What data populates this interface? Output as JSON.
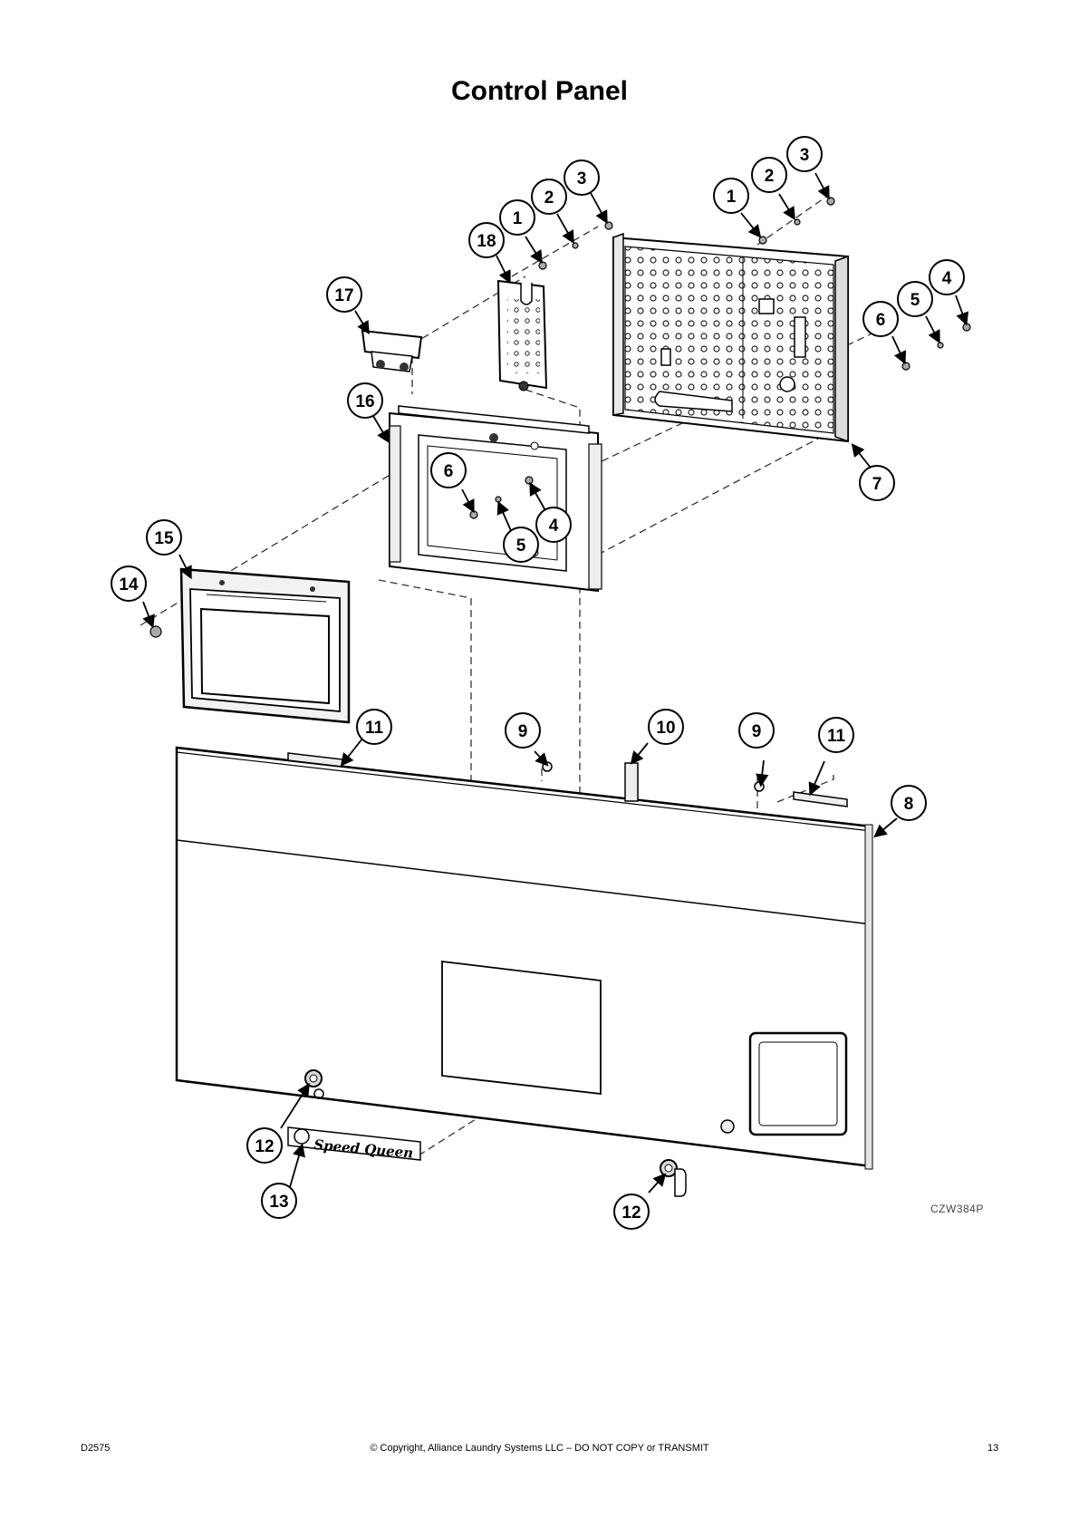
{
  "page": {
    "title": "Control Panel",
    "figure_code": "CZW384P",
    "footer": {
      "document_id": "D2575",
      "copyright": "© Copyright, Alliance Laundry Systems LLC – DO NOT COPY or TRANSMIT",
      "page_number": "13"
    }
  },
  "diagram": {
    "callouts": [
      {
        "id": "c-1a",
        "label": "1"
      },
      {
        "id": "c-2a",
        "label": "2"
      },
      {
        "id": "c-3a",
        "label": "3"
      },
      {
        "id": "c-18",
        "label": "18"
      },
      {
        "id": "c-17",
        "label": "17"
      },
      {
        "id": "c-16",
        "label": "16"
      },
      {
        "id": "c-1b",
        "label": "1"
      },
      {
        "id": "c-2b",
        "label": "2"
      },
      {
        "id": "c-3b",
        "label": "3"
      },
      {
        "id": "c-4a",
        "label": "4"
      },
      {
        "id": "c-5a",
        "label": "5"
      },
      {
        "id": "c-6a",
        "label": "6"
      },
      {
        "id": "c-7",
        "label": "7"
      },
      {
        "id": "c-6b",
        "label": "6"
      },
      {
        "id": "c-4b",
        "label": "4"
      },
      {
        "id": "c-5b",
        "label": "5"
      },
      {
        "id": "c-15",
        "label": "15"
      },
      {
        "id": "c-14",
        "label": "14"
      },
      {
        "id": "c-11a",
        "label": "11"
      },
      {
        "id": "c-9a",
        "label": "9"
      },
      {
        "id": "c-10",
        "label": "10"
      },
      {
        "id": "c-9b",
        "label": "9"
      },
      {
        "id": "c-11b",
        "label": "11"
      },
      {
        "id": "c-8",
        "label": "8"
      },
      {
        "id": "c-12a",
        "label": "12"
      },
      {
        "id": "c-13",
        "label": "13"
      },
      {
        "id": "c-12b",
        "label": "12"
      }
    ],
    "logo_text": "Speed Queen"
  }
}
